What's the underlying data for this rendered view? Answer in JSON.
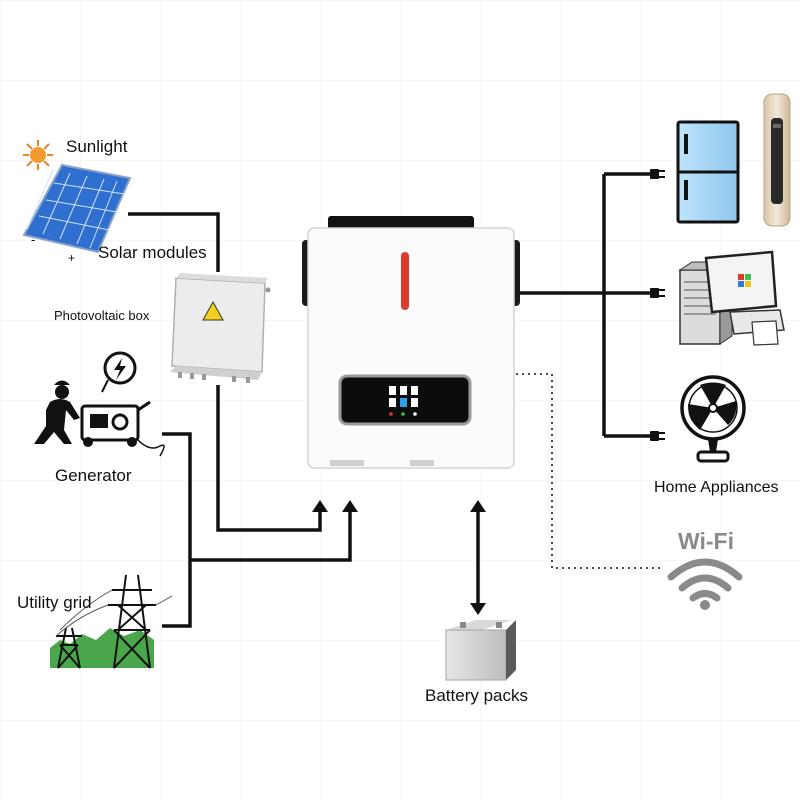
{
  "labels": {
    "sunlight": "Sunlight",
    "solar_modules": "Solar modules",
    "photovoltaic_box": "Photovoltaic box",
    "generator": "Generator",
    "utility_grid": "Utility grid",
    "battery_packs": "Battery packs",
    "home_appliances": "Home Appliances",
    "wifi": "Wi-Fi"
  },
  "panel_polarity": {
    "negative": "-",
    "positive": "+"
  },
  "colors": {
    "line": "#111111",
    "inverter_accent": "#e03a2a",
    "wifi": "#8a8a8a",
    "grid_green": "#4aa64a",
    "fridge_blue": "#a9d6f5",
    "solar_blue": "#2f6fd0"
  }
}
